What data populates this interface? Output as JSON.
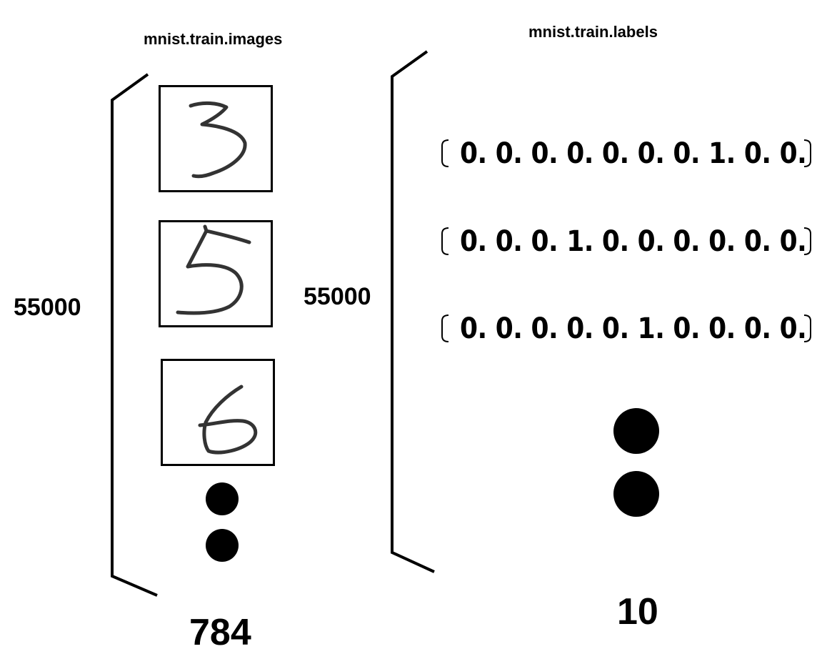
{
  "images_panel": {
    "title": "mnist.train.images",
    "rows_label": "55000",
    "cols_label": "784",
    "samples": [
      {
        "digit": "3",
        "icon": "handwritten-digit-3"
      },
      {
        "digit": "5",
        "icon": "handwritten-digit-5"
      },
      {
        "digit": "6",
        "icon": "handwritten-digit-6"
      }
    ]
  },
  "labels_panel": {
    "title": "mnist.train.labels",
    "rows_label": "55000",
    "cols_label": "10",
    "vectors": [
      {
        "text": "0. 0. 0. 0. 0. 0. 0. 1. 0. 0."
      },
      {
        "text": "0. 0. 0. 1. 0. 0. 0. 0. 0. 0."
      },
      {
        "text": "0. 0. 0. 0. 0. 1. 0. 0. 0. 0."
      }
    ]
  },
  "colors": {
    "ink": "#000000",
    "background": "#ffffff"
  }
}
